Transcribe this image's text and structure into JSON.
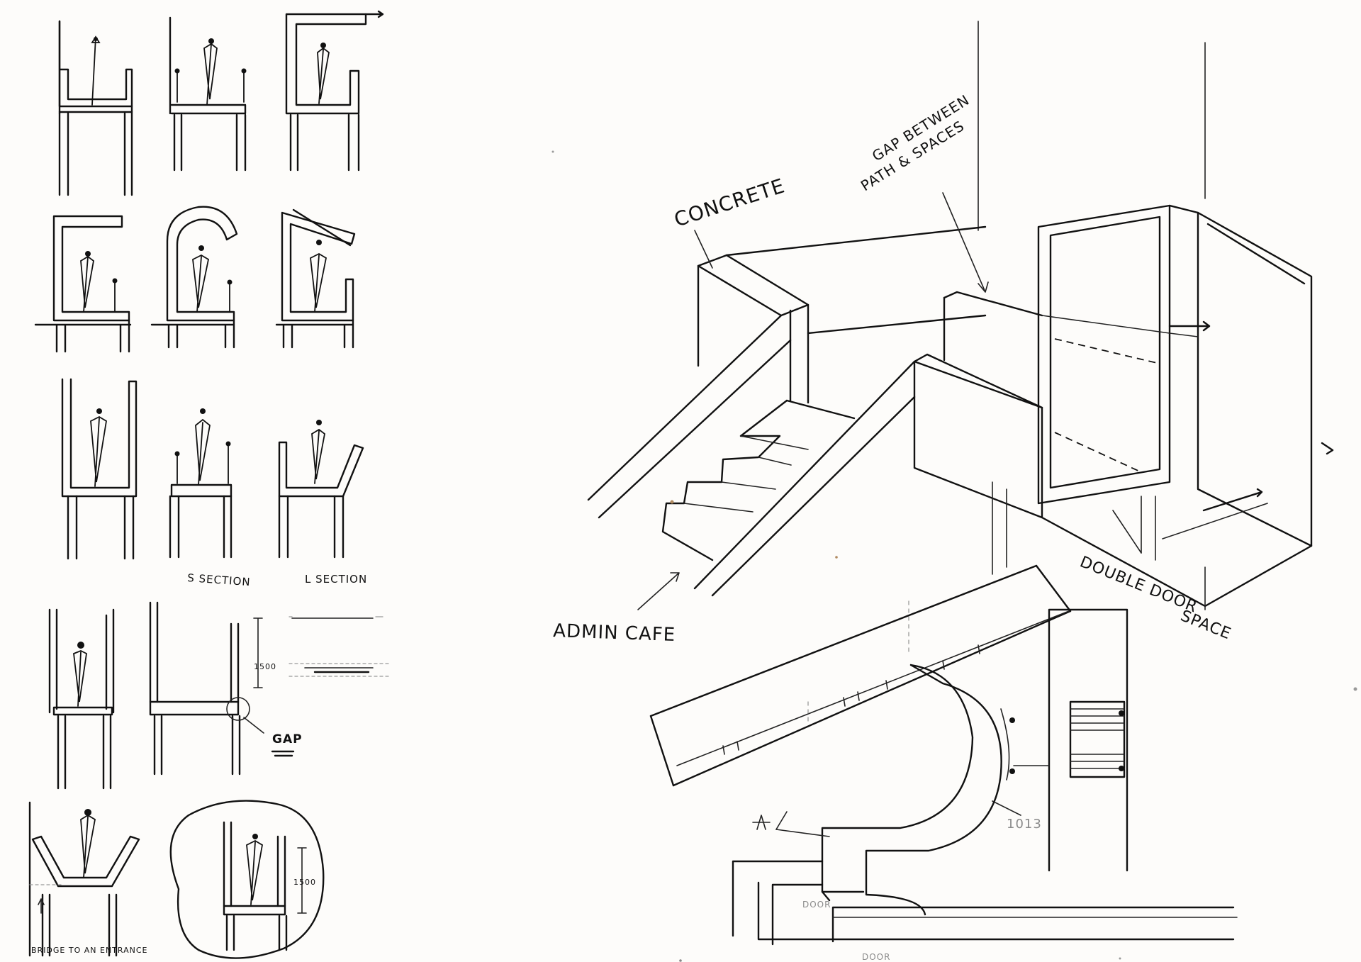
{
  "labels": {
    "s_section": "S SECTION",
    "l_section": "L SECTION",
    "gap": "GAP",
    "dim_a": "1500",
    "dim_b": "1500",
    "bridge": "BRIDGE TO AN ENTRANCE",
    "concrete": "CONCRETE",
    "gap_between_1": "GAP BETWEEN",
    "gap_between_2": "PATH & SPACES",
    "admin_cafe": "ADMIN CAFE",
    "double_door_1": "DOUBLE DOOR",
    "double_door_2": "SPACE",
    "plan_note": "1013",
    "door_a": "DOOR",
    "door_b": "DOOR"
  }
}
